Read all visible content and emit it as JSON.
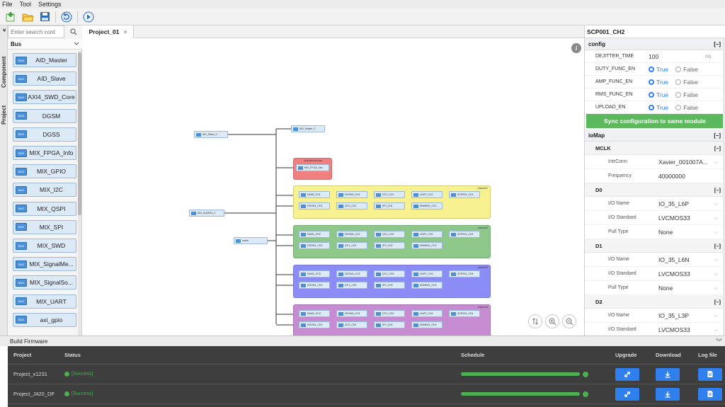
{
  "menu": {
    "items": [
      "File",
      "Tool",
      "Settings"
    ]
  },
  "toolbar": {
    "icons": [
      "add-icon",
      "open-folder-icon",
      "save-icon",
      "refresh-icon",
      "run-icon"
    ]
  },
  "left_panel": {
    "tabs": [
      "Component",
      "Project"
    ],
    "search_placeholder": "Enter search cont",
    "category": "Bus",
    "components": [
      "AID_Master",
      "AID_Slave",
      "AXI4_SWD_Core",
      "DGSM",
      "DGSS",
      "MIX_FPGA_Info",
      "MIX_GPIO",
      "MIX_I2C",
      "MIX_QSPI",
      "MIX_SPI",
      "MIX_SWD",
      "MIX_SignalMe...",
      "MIX_SignalSo...",
      "MIX_UART",
      "axi_gpio"
    ],
    "icon_text": "BUS"
  },
  "editor": {
    "tab_label": "Project_01",
    "tab_close": "×",
    "info_icon": "i",
    "diagram": {
      "left_nodes": [
        "AID_Slave_0",
        "MIX_AUD001_0",
        "xavier"
      ],
      "top_node": "AID_Master_0",
      "unknown_group": {
        "label": "channelunknown",
        "node": "MIX_FPGA_Info"
      },
      "channels": [
        {
          "label": "channel1",
          "color": "#f7f28f",
          "row1": [
            "NAND_CH1",
            "DGSM0_CH1",
            "I2C1_CH1",
            "UART_CH1",
            "SCPS01_CH1"
          ],
          "row2": [
            "DGSM1_CH1",
            "I2C0_CH1",
            "SPI_CH1",
            "DMMB01_CH1"
          ]
        },
        {
          "label": "channel2",
          "color": "#8dc78a",
          "row1": [
            "NAND_CH2",
            "DGSM0_CH2",
            "I2C2_CH2",
            "UART_CH2",
            "SCPS01_CH2"
          ],
          "row2": [
            "DGSM1_CH2",
            "I2C1_CH2",
            "SPI_CH2",
            "DMMB01_CH2"
          ]
        },
        {
          "label": "channel3",
          "color": "#8b8cf5",
          "row1": [
            "NAND_CH3",
            "DGSM0_CH3",
            "I2C2_CH3",
            "UART_CH3",
            "SCPS01_CH3"
          ],
          "row2": [
            "DGSM1_CH3",
            "I2C1_CH3",
            "SPI_CH3",
            "DMMB01_CH3"
          ]
        },
        {
          "label": "channel4",
          "color": "#c68bd0",
          "row1": [
            "NAND_CH4",
            "DGSM0_CH4",
            "I2C2_CH4",
            "UART_CH4",
            "SCPS01_CH4"
          ],
          "row2": [
            "DGSM1_CH4",
            "I2C0_CH4",
            "SPI_CH4",
            "DMMB01_CH4"
          ]
        }
      ]
    }
  },
  "right_panel": {
    "title": "SCP001_CH2",
    "collapse_glyph": "[–]",
    "config": {
      "title": "config",
      "dejitter": {
        "label": "DEJITTER_TIME",
        "value": "100",
        "unit": "ns"
      },
      "flags": [
        {
          "label": "DUTY_FUNC_EN",
          "true_label": "True",
          "false_label": "False"
        },
        {
          "label": "AMP_FUNC_EN",
          "true_label": "True",
          "false_label": "False"
        },
        {
          "label": "RMS_FUNC_EN",
          "true_label": "True",
          "false_label": "False"
        },
        {
          "label": "UPLOAD_EN",
          "true_label": "True",
          "false_label": "False"
        }
      ],
      "sync_button": "Sync configuration to same module"
    },
    "iomap": {
      "title": "ioMap",
      "mclk": {
        "name": "MCLK",
        "intrconn_label": "IntrConn",
        "intrconn_value": "Xavier_001007A...",
        "freq_label": "Frequency",
        "freq_value": "40000000"
      },
      "pins": [
        {
          "name": "D0",
          "io_name_label": "I/O Name",
          "io_name": "IO_35_L6P",
          "io_std_label": "I/O Standard",
          "io_std": "LVCMOS33",
          "pull_label": "Pull Type",
          "pull": "None"
        },
        {
          "name": "D1",
          "io_name_label": "I/O Name",
          "io_name": "IO_35_L6N",
          "io_std_label": "I/O Standard",
          "io_std": "LVCMOS33",
          "pull_label": "Pull Type",
          "pull": "None"
        },
        {
          "name": "D2",
          "io_name_label": "I/O Name",
          "io_name": "IO_35_L3P",
          "io_std_label": "I/O Standard",
          "io_std": "LVCMOS33"
        }
      ]
    }
  },
  "build": {
    "title": "Build Firmware",
    "columns": {
      "project": "Project",
      "status": "Status",
      "schedule": "Schedule",
      "upgrade": "Upgrade",
      "download": "Download",
      "logfile": "Log file"
    },
    "rows": [
      {
        "project": "Project_x1231",
        "status": "[Success]",
        "progress": 1.0
      },
      {
        "project": "Project_J420_DF",
        "status": "[Success]",
        "progress": 1.0
      }
    ]
  },
  "colors": {
    "accent": "#2f80ed",
    "success": "#5cb85c",
    "build_bg": "#3e3e3e"
  }
}
